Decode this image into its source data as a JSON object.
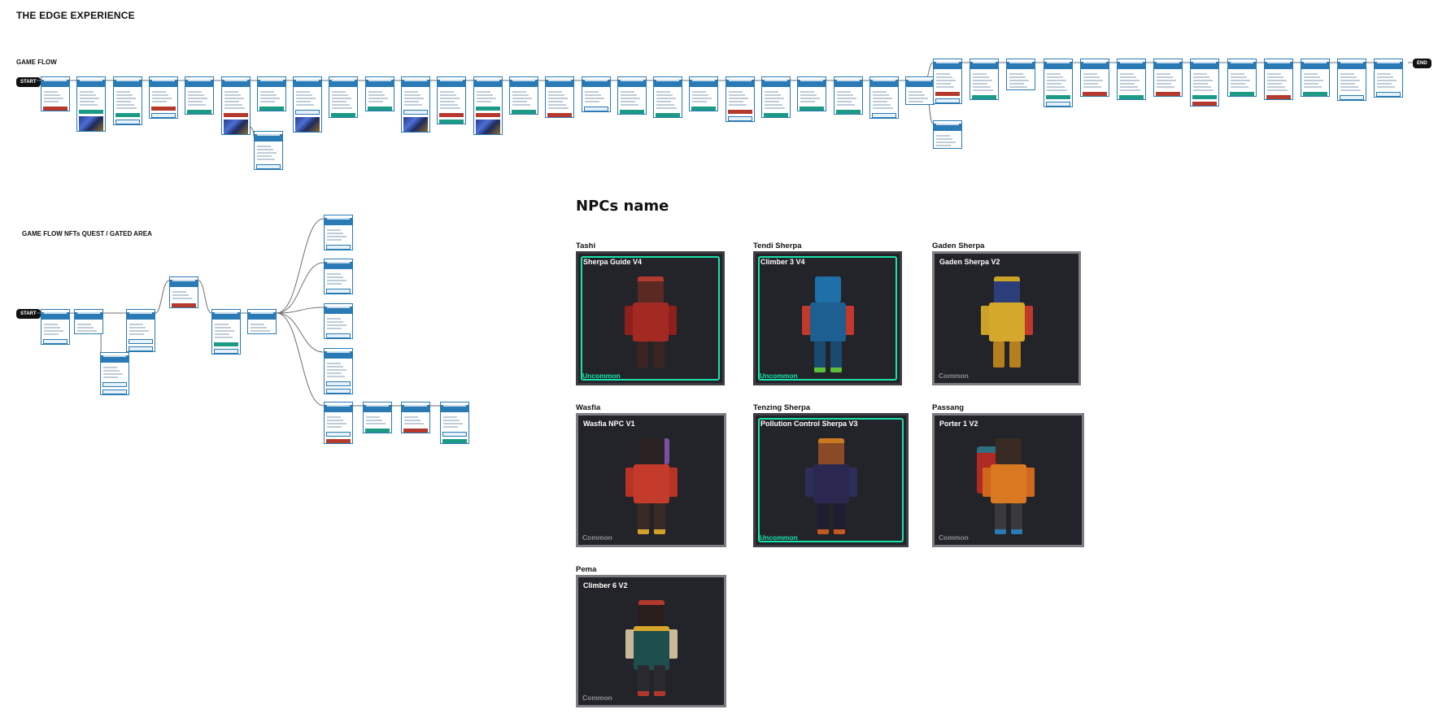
{
  "board": {
    "title": "THE EDGE EXPERIENCE"
  },
  "flows": {
    "main": {
      "label": "GAME FLOW",
      "start": "START",
      "end": "END"
    },
    "quest": {
      "label": "GAME FLOW NFTs QUEST / GATED AREA",
      "start": "START"
    }
  },
  "npcs": {
    "heading": "NPCs name",
    "items": [
      {
        "name": "Tashi",
        "model": "Sherpa Guide V4",
        "rarity": "Uncommon"
      },
      {
        "name": "Tendi Sherpa",
        "model": "Climber 3 V4",
        "rarity": "Uncommon"
      },
      {
        "name": "Gaden Sherpa",
        "model": "Gaden Sherpa V2",
        "rarity": "Common"
      },
      {
        "name": "Wasfia",
        "model": "Wasfia NPC V1",
        "rarity": "Common"
      },
      {
        "name": "Tenzing Sherpa",
        "model": "Pollution Control Sherpa V3",
        "rarity": "Uncommon"
      },
      {
        "name": "Passang",
        "model": "Porter 1 V2",
        "rarity": "Common"
      },
      {
        "name": "Pema",
        "model": "Climber 6 V2",
        "rarity": "Common"
      }
    ]
  },
  "colors": {
    "card_header": "#2a7ab5",
    "tag_teal": "#1d9a86",
    "tag_red": "#b53a2d",
    "npc_card_bg": "#23232a",
    "uncommon_accent": "#19e2a9",
    "common_text": "#8d8d93"
  }
}
